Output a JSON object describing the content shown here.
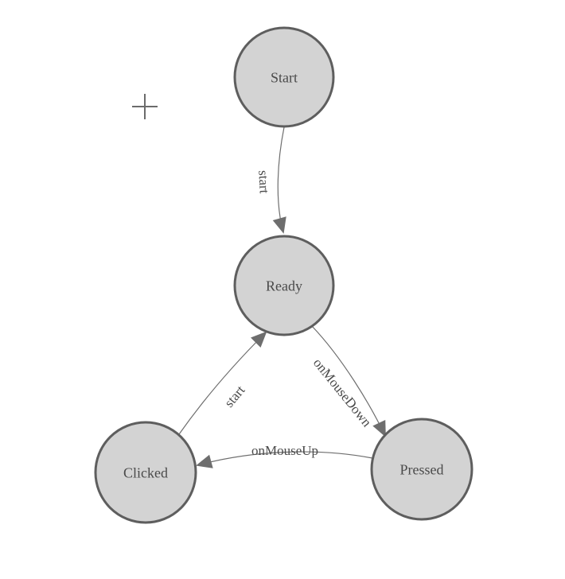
{
  "diagram": {
    "type": "state-machine",
    "palette": {
      "canvas_bg": "#ffffff",
      "node_fill": "#d3d3d3",
      "node_stroke": "#5e5e5e",
      "edge_color": "#6e6e6e",
      "label_color": "#4a4a4a",
      "crosshair_color": "#6b6b6b"
    },
    "nodes": [
      {
        "id": "start",
        "label": "Start"
      },
      {
        "id": "ready",
        "label": "Ready"
      },
      {
        "id": "clicked",
        "label": "Clicked"
      },
      {
        "id": "pressed",
        "label": "Pressed"
      }
    ],
    "edges": [
      {
        "from": "start",
        "to": "ready",
        "label": "start"
      },
      {
        "from": "ready",
        "to": "pressed",
        "label": "onMouseDown"
      },
      {
        "from": "pressed",
        "to": "clicked",
        "label": "onMouseUp"
      },
      {
        "from": "clicked",
        "to": "ready",
        "label": "start"
      }
    ],
    "markers": {
      "origin_crosshair": "+"
    }
  }
}
